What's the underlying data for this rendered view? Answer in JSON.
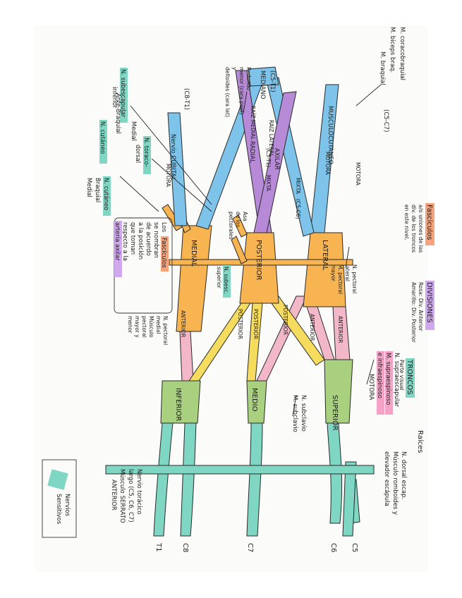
{
  "roots": {
    "header": "Raíces",
    "c5": "C5",
    "c6": "C6",
    "c7": "C7",
    "c8": "C8",
    "t1": "T1"
  },
  "trunks": {
    "header": "TRONCOS",
    "header_note": "Parte visual",
    "superior": "SUPERIOR",
    "medio": "MEDIO",
    "inferior": "INFERIOR"
  },
  "divisions": {
    "header": "DIVISIONES",
    "note_rosa": "Rosa: Div. Anterior",
    "note_amarillo": "Amarillo: Div. Posterior",
    "anterior_1": "ANTERIOR",
    "anterior_2": "ANTERIOR",
    "anterior_3": "ANTERIOR",
    "posterior_1": "POSTERIOR",
    "posterior_2": "POSTERIOR",
    "posterior_3": "POSTERIOR"
  },
  "cords": {
    "header": "Fascículos",
    "note_line1": "a/o uniones de las",
    "note_line2": "div. de los troncos",
    "note_line3": "en este nivel.",
    "lateral": "LATERAL",
    "posterior": "POSTERIOR",
    "medial": "MEDIAL",
    "naming_label": "Fascículos",
    "naming_prefix": "Los",
    "naming_line1": "se nombran",
    "naming_line2": "de acuerdo",
    "naming_line3": "a la posición",
    "naming_line4": "que toman",
    "naming_line5": "respecto a la",
    "naming_line6": "arteria axilar"
  },
  "terminal": {
    "musculocutaneo": "MUSCULOCUTÁNEO",
    "mediano": "MEDIANO",
    "raiz_medial": "RAÍZ MEDIAL",
    "raiz_lateral": "RAÍZ LATERAL",
    "radial": "RADIAL",
    "axilar": "AXILAR",
    "cubital": "Nervio CUBITAL"
  },
  "labels": {
    "musc_roots": "(C5-C7)",
    "musc_motora": "MOTORA",
    "coracobraquial": "M. coracobraquial",
    "biceps": "M. biceps braq.",
    "braquial": "M. braquial",
    "mediano_roots": "(C5-T1)",
    "mediano_motora": "MOTORA",
    "radial_roots": "(C5-T1)",
    "radial_mixta": "MIXTA",
    "axilar_roots": "(C5-C6)",
    "axilar_mixta": "MIXTA",
    "axilar_m1": "Redondo",
    "axilar_m2": "menor (cara post)",
    "axilar_m3": "y",
    "axilar_m4": "deltoides (cara lat)",
    "cubital_roots": "(C8-T1)",
    "cubital_motora": "MOTORA",
    "n_subesc_inf_1": "N. subescapular",
    "n_subesc_inf_2": "inferior",
    "n_toracodorsal_1": "N. toraco-",
    "n_toracodorsal_2": "dorsal",
    "n_cut_ant_1": "N. cutáneo",
    "n_cut_ant_2": "Ante-Braquial",
    "n_cut_ant_3": "Medial",
    "n_cut_braq_1": "N. cutáneo",
    "n_cut_braq_2": "Braquial",
    "n_cut_braq_3": "Medial",
    "pectoral_lat_1": "N. pectoral",
    "pectoral_lat_2": "lateral",
    "pectoral_lat_3": "M. pectoral",
    "pectoral_lat_4": "mayor",
    "n_subesc_sup_1": "N. subesc.",
    "n_subesc_sup_2": "superior",
    "ase_1": "Asa",
    "ase_2": "de los",
    "ase_3": "pectorales",
    "pectoral_med_1": "N. pectoral",
    "pectoral_med_2": "medial",
    "pectoral_med_3": "Músculo",
    "pectoral_med_4": "pectoral",
    "pectoral_med_5": "mayor y",
    "pectoral_med_6": "menor",
    "supraescapular_1": "N. supraescapular",
    "supraescapular_2": "M. supraespinoso",
    "supraescapular_3": "e infraespinoso",
    "supraescapular_4": "MOTORA",
    "subclavio_1": "N. subclavio",
    "subclavio_2": "M. subclavio",
    "dorsal_escap_1": "N. dorsal escap.",
    "dorsal_escap_2": "Músculo romboides y",
    "dorsal_escap_3": "elevador escápula",
    "toracico_largo_1": "Nervio torácico",
    "toracico_largo_2": "largo (C5, C6, C7)",
    "toracico_largo_3": "Músculo SERRATO",
    "toracico_largo_4": "ANTERIOR"
  },
  "legend": {
    "label_1": "Nervios",
    "label_2": "Sensitivos"
  },
  "colors": {
    "root_teal": "#7fd6c3",
    "trunk_green": "#a9d07e",
    "div_pink": "#f2b8c8",
    "div_yellow": "#f5dc5e",
    "cord_orange": "#f7b451",
    "nerve_blue": "#7ec3ea",
    "nerve_purple": "#b78ad8",
    "hl_orange": "#f6a27a",
    "hl_green": "#7fd6c3",
    "hl_purple": "#cfa8f0",
    "hl_pink": "#f5a2c7"
  }
}
